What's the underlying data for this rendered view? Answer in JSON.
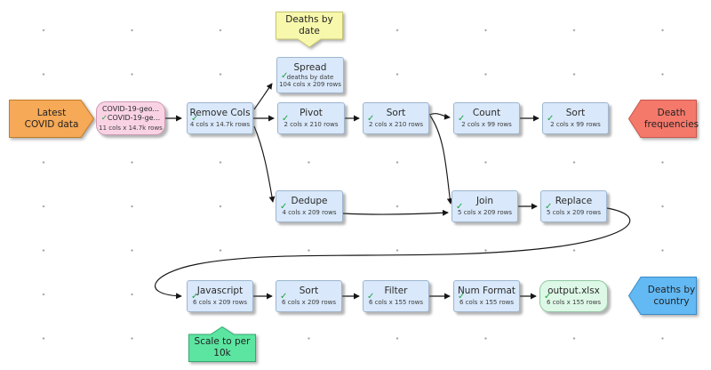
{
  "app": {
    "view": "dataflow-canvas"
  },
  "banners": {
    "latest": {
      "label": "Latest\nCOVID data",
      "fill": "#F6A957",
      "stroke": "#BF7E2B"
    },
    "death_frequencies": {
      "label": "Death\nfrequencies",
      "fill": "#F4796B",
      "stroke": "#C8564A"
    },
    "deaths_by_country": {
      "label": "Deaths by\ncountry",
      "fill": "#62B9F4",
      "stroke": "#3A8CC8"
    }
  },
  "notes": {
    "deaths_by_date": {
      "label": "Deaths by\ndate",
      "fill": "#F8F8AC",
      "stroke": "#C6C673"
    },
    "scale_to_per_10k": {
      "label": "Scale to per\n10k",
      "fill": "#5BE5A1",
      "stroke": "#35A872"
    }
  },
  "source": {
    "line1": "COVID-19-geo...",
    "line2": "COVID-19-ge...",
    "check": "✓",
    "stats": "11 cols x 14.7k rows"
  },
  "output": {
    "title": "output.xlsx",
    "check": "✓",
    "stats": "6 cols x 155 rows"
  },
  "nodes": {
    "remove_cols": {
      "title": "Remove Cols",
      "check": "✓",
      "stats": "4 cols x 14.7k rows"
    },
    "spread": {
      "title": "Spread",
      "check": "✓",
      "note": "deaths by date",
      "stats": "104 cols x 209 rows"
    },
    "pivot": {
      "title": "Pivot",
      "check": "✓",
      "stats": "2 cols x 210 rows"
    },
    "sort1": {
      "title": "Sort",
      "check": "✓",
      "stats": "2 cols x 210 rows"
    },
    "count": {
      "title": "Count",
      "check": "✓",
      "stats": "2 cols x 99 rows"
    },
    "sort2": {
      "title": "Sort",
      "check": "✓",
      "stats": "2 cols x 99 rows"
    },
    "dedupe": {
      "title": "Dedupe",
      "check": "✓",
      "stats": "4 cols x 209 rows"
    },
    "join": {
      "title": "Join",
      "check": "✓",
      "stats": "5 cols x 209 rows"
    },
    "replace": {
      "title": "Replace",
      "check": "✓",
      "stats": "5 cols x 209 rows"
    },
    "javascript": {
      "title": "Javascript",
      "check": "✓",
      "stats": "6 cols x 209 rows"
    },
    "sort3": {
      "title": "Sort",
      "check": "✓",
      "stats": "6 cols x 209 rows"
    },
    "filter": {
      "title": "Filter",
      "check": "✓",
      "stats": "6 cols x 155 rows"
    },
    "num_format": {
      "title": "Num Format",
      "check": "✓",
      "stats": "6 cols x 155 rows"
    }
  },
  "colors": {
    "node_fill": "#d9e8fa",
    "node_border": "#9db6ce",
    "source_fill": "#f9d3e4",
    "output_fill": "#ddf8e6",
    "check_green": "#1ea43c",
    "wire": "#161616",
    "grid_dot": "#9a9a9a"
  }
}
